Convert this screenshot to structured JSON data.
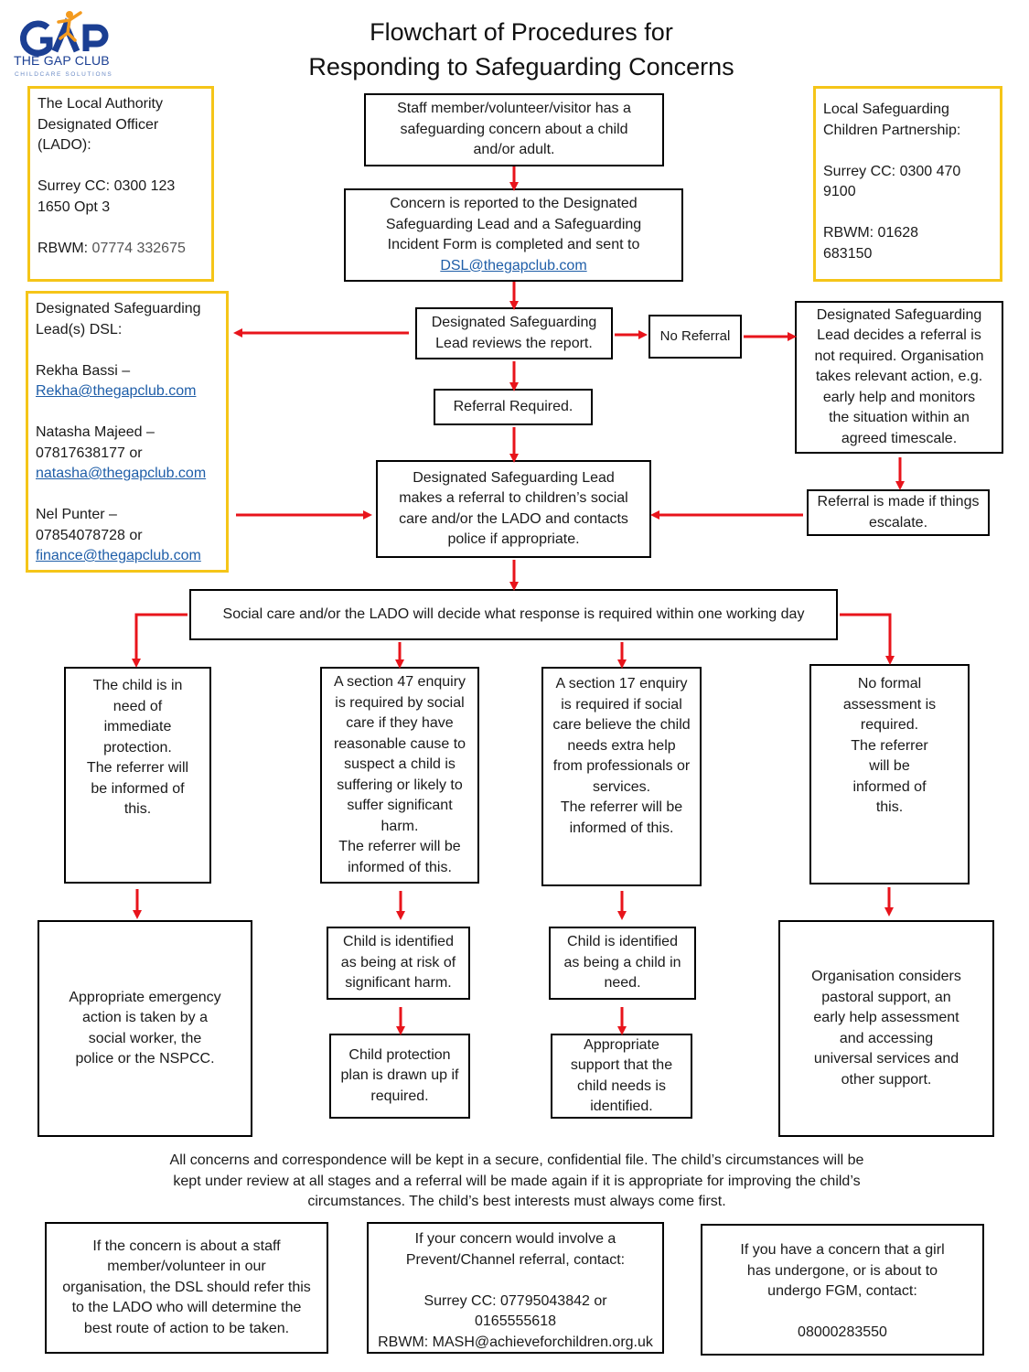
{
  "logo": {
    "brand": "THE GAP CLUB",
    "tagline": "CHILDCARE SOLUTIONS",
    "icon": "gap-club-logo-icon"
  },
  "title": {
    "line1": "Flowchart of Procedures for",
    "line2": "Responding to Safeguarding Concerns"
  },
  "lado": {
    "l1": "The Local Authority",
    "l2": "Designated Officer",
    "l3": "(LADO):",
    "l4": "Surrey CC: 0300 123",
    "l5": "1650 Opt 3",
    "rbwm_label": "RBWM: ",
    "rbwm_phone": "07774 332675"
  },
  "lscp": {
    "l1": "Local Safeguarding",
    "l2": "Children Partnership:",
    "l3": "Surrey CC: 0300 470",
    "l4": "9100",
    "l5": "RBWM: 01628",
    "l6": "683150"
  },
  "dsl": {
    "l1": "Designated Safeguarding",
    "l2": "Lead(s) DSL:",
    "p1_name": "Rekha Bassi –",
    "p1_email": "Rekha@thegapclub.com",
    "p2_name": "Natasha Majeed –",
    "p2_phone": "07817638177 or",
    "p2_email": "natasha@thegapclub.com",
    "p3_name": "Nel Punter –",
    "p3_phone": "07854078728 or",
    "p3_email": "finance@thegapclub.com"
  },
  "flow": {
    "concern": "Staff member/volunteer/visitor has a\nsafeguarding concern about a child\nand/or adult.",
    "reported": "Concern is reported to the Designated\nSafeguarding Lead and a Safeguarding\nIncident Form is completed and sent to",
    "reported_email": "DSL@thegapclub.com",
    "review": "Designated Safeguarding\nLead reviews the report.",
    "no_referral": "No Referral",
    "not_required": "Designated Safeguarding\nLead decides a referral is\nnot required. Organisation\ntakes relevant action, e.g.\nearly help and monitors\nthe situation within an\nagreed timescale.",
    "referral_required": "Referral Required.",
    "escalate": "Referral is made if things\nescalate.",
    "makes_referral": "Designated Safeguarding Lead\nmakes a referral to children’s social\ncare and/or the LADO and contacts\npolice if appropriate.",
    "decide": "Social care and/or the LADO will decide what response is required within one working day",
    "col1": "The child is in\nneed of\nimmediate\nprotection.\nThe referrer will\nbe informed of\nthis.",
    "col2": "A section 47 enquiry\nis required by social\ncare if they have\nreasonable cause to\nsuspect a child is\nsuffering or likely to\nsuffer significant\nharm.\nThe referrer will be\ninformed of this.",
    "col3": "A section 17 enquiry\nis required if social\ncare believe the child\nneeds extra help\nfrom professionals or\nservices.\nThe referrer will be\ninformed of this.",
    "col4": "No formal\nassessment is\nrequired.\nThe referrer\nwill be\ninformed of\nthis.",
    "emergency": "Appropriate emergency\naction is taken by a\nsocial worker, the\npolice or the NSPCC.",
    "risk": "Child is identified\nas being at risk of\nsignificant harm.",
    "need": "Child is identified\nas being a child in\nneed.",
    "pastoral": "Organisation considers\npastoral support, an\nearly help assessment\nand accessing\nuniversal services and\nother support.",
    "protection_plan": "Child protection\nplan is drawn up if\nrequired.",
    "support": "Appropriate\nsupport that the\nchild needs is\nidentified."
  },
  "note": {
    "l1": "All concerns and correspondence will be kept in a secure, confidential file. The child’s circumstances will be",
    "l2": "kept under review at all stages and a referral will be made again if it is appropriate for improving the child’s",
    "l3": "circumstances. The child’s best interests must always come first."
  },
  "bottom": {
    "staff": "If the concern is about a staff\nmember/volunteer in our\norganisation, the DSL should refer this\nto the LADO who will determine the\nbest route of action to be taken.",
    "prevent": "If your concern would involve a\nPrevent/Channel referral, contact:\n\nSurrey CC: 07795043842 or\n0165555618\nRBWM: MASH@achieveforchildren.org.uk",
    "fgm": "If you have a concern that a girl\nhas undergone, or is about to\nundergo FGM, contact:\n\n08000283550"
  },
  "colors": {
    "arrow": "#e8141b",
    "highlight_border": "#f5c518",
    "link": "#1f5ea8",
    "logo_blue": "#1b3f93",
    "logo_orange": "#f39a1e"
  }
}
